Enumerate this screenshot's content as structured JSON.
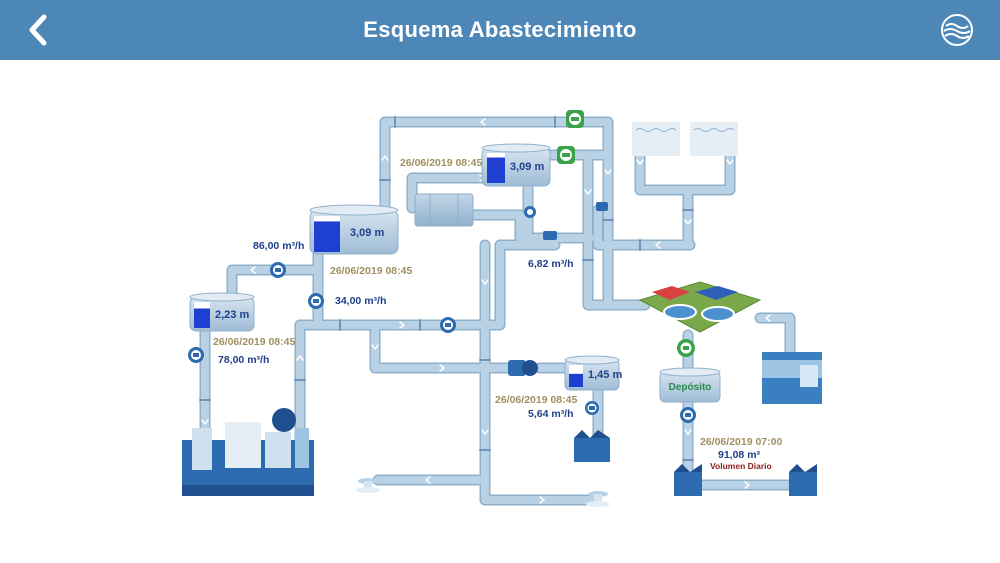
{
  "header": {
    "title": "Esquema Abastecimiento",
    "back_icon": "chevron-left-icon",
    "logo_icon": "water-waves-logo-icon",
    "bar_color": "#4d87b8"
  },
  "colors": {
    "pipe": "#b5cde0",
    "pipe_edge": "#8fb0cb",
    "tank_fill": "#1f3fd0",
    "meter_green": "#3aa34a",
    "meter_blue": "#2d6bb0"
  },
  "scheme": {
    "tank_top": {
      "level": "3,09 m",
      "date": "26/06/2019 08:45",
      "fill": 0.85
    },
    "tank_main": {
      "level": "3,09 m",
      "date": "26/06/2019 08:45",
      "fill": 0.85,
      "flow_in": "86,00 m³/h"
    },
    "tank_left": {
      "level": "2,23 m",
      "date": "26/06/2019 08:45",
      "fill": 0.75,
      "flow_out": "78,00 m³/h"
    },
    "tank_right": {
      "level": "1,45 m",
      "date": "26/06/2019 08:45",
      "fill": 0.6,
      "flow_out": "5,64 m³/h"
    },
    "flow_main_out": "34,00 m³/h",
    "flow_mid": "6,82 m³/h",
    "deposit": {
      "label": "Depósito",
      "date": "26/06/2019 07:00",
      "volume": "91,08 m³",
      "volume_label": "Volumen Diario"
    }
  }
}
